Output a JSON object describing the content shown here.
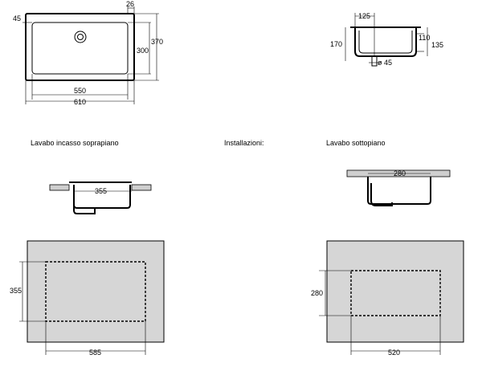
{
  "top_view": {
    "dimensions": {
      "corner_offset": "45",
      "rim": "26",
      "outer_depth": "370",
      "inner_depth": "300",
      "inner_width": "550",
      "outer_width": "610"
    }
  },
  "side_view": {
    "dimensions": {
      "drain_offset": "125",
      "total_height": "170",
      "bowl_depth": "110",
      "height_with_rim": "135",
      "drain_diameter": "ø 45"
    }
  },
  "labels": {
    "drop_in": "Lavabo incasso soprapiano",
    "installations": "Installazioni:",
    "undermount": "Lavabo sottopiano"
  },
  "drop_in_install": {
    "section_dim": "355",
    "cutout_height": "355",
    "cutout_width": "585"
  },
  "undermount_install": {
    "section_dim": "280",
    "cutout_height": "280",
    "cutout_width": "520"
  }
}
